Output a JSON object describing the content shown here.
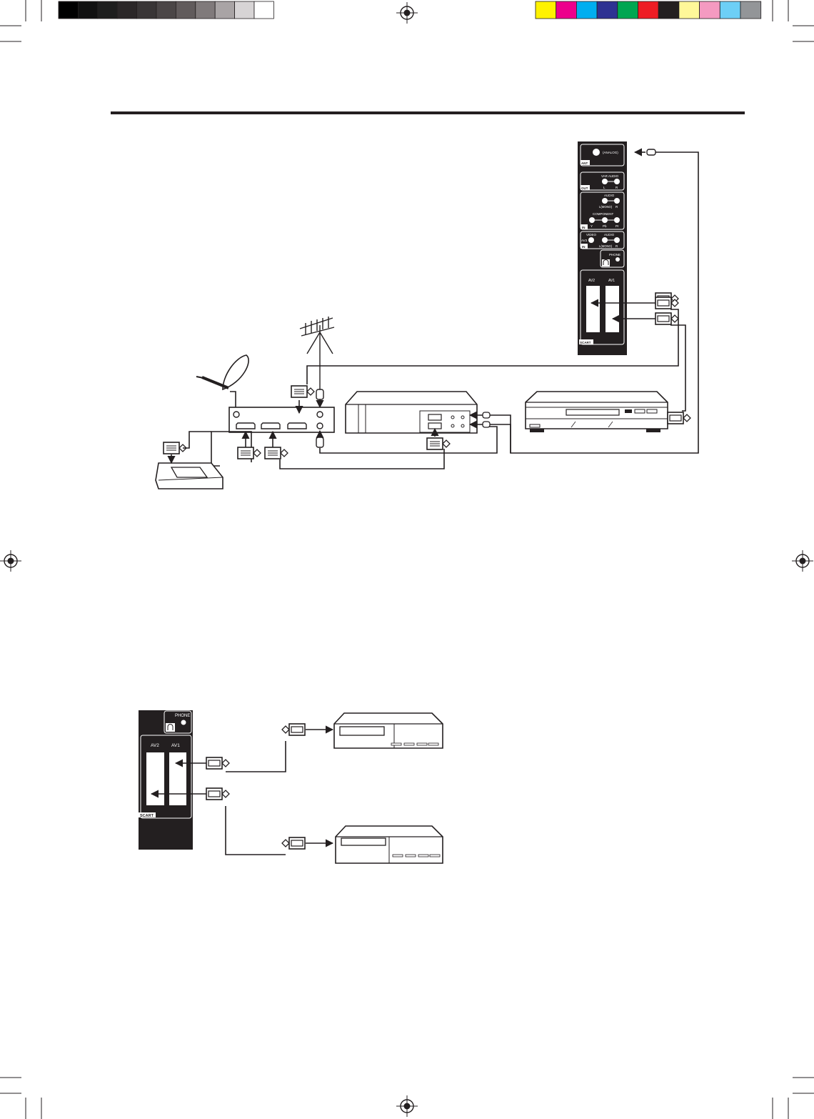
{
  "colors": {
    "ink": "#231f20",
    "paper": "#ffffff",
    "grey_patches": [
      "#000000",
      "#111111",
      "#1e1e1e",
      "#2b2728",
      "#393536",
      "#4b4647",
      "#615b5c",
      "#807a7b",
      "#a9a4a5",
      "#d7d4d5",
      "#ffffff"
    ],
    "color_patches": [
      "#fff200",
      "#ec008c",
      "#00aeef",
      "#2e3192",
      "#00a651",
      "#ed1c24",
      "#231f20",
      "#fff799",
      "#f49ac1",
      "#6dcff6",
      "#939598"
    ]
  },
  "top_panel": {
    "ant_label": "ANT",
    "analog_label": "(ANALOG)",
    "out_label": "OUT",
    "var_audio_label": "VAR AUDIO",
    "l_label": "L",
    "r_label": "R",
    "audio_label": "AUDIO",
    "lmono_label": "L(MONO)",
    "component_label": "COMPONENT",
    "in_label": "IN",
    "y_label": "Y",
    "pb_label": "Pb",
    "pr_label": "Pr",
    "video_label": "VIDEO",
    "av3_label": "AV3",
    "phone_label": "PHONE",
    "av2_label": "AV2",
    "av1_label": "AV1",
    "scart_label": "SCART"
  },
  "bottom_panel": {
    "phone_label": "PHONE",
    "av2_label": "AV2",
    "av1_label": "AV1",
    "scart_label": "SCART"
  },
  "icons": [
    "registration-mark-icon",
    "satellite-dish-icon",
    "antenna-icon",
    "scart-plug-icon",
    "rf-plug-icon",
    "vcr-icon",
    "dvd-player-icon",
    "decoder-icon",
    "headphone-icon",
    "arrow-icon"
  ]
}
